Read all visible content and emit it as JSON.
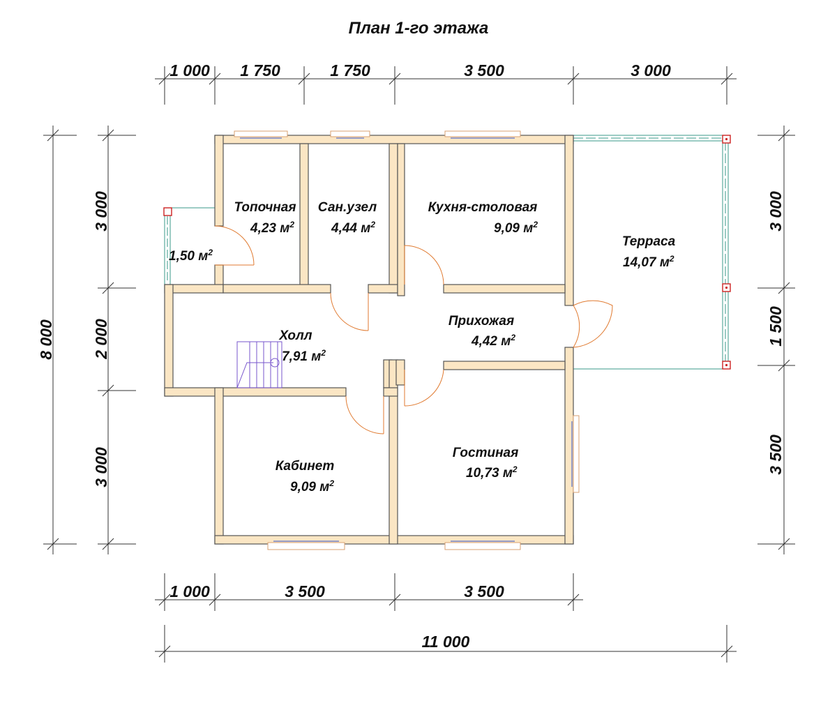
{
  "title": "План 1-го этажа",
  "dimensions": {
    "top": [
      "1 000",
      "1 750",
      "1 750",
      "3 500",
      "3 000"
    ],
    "bottom": [
      "1 000",
      "3 500",
      "3 500"
    ],
    "total_width": "11 000",
    "left_outer": "8 000",
    "left_inner": [
      "3 000",
      "2 000",
      "3 000"
    ],
    "right": [
      "3 000",
      "1 500",
      "3 500"
    ]
  },
  "rooms": {
    "boiler": {
      "name": "Топочная",
      "area": "4,23 м"
    },
    "bath": {
      "name": "Сан.узел",
      "area": "4,44 м"
    },
    "kitchen": {
      "name": "Кухня-столовая",
      "area": "9,09 м"
    },
    "terrace": {
      "name": "Терраса",
      "area": "14,07 м"
    },
    "porch": {
      "area": "1,50 м"
    },
    "hall": {
      "name": "Холл",
      "area": "7,91 м"
    },
    "entry": {
      "name": "Прихожая",
      "area": "4,42 м"
    },
    "study": {
      "name": "Кабинет",
      "area": "9,09 м"
    },
    "living": {
      "name": "Гостиная",
      "area": "10,73 м"
    }
  },
  "area_unit_exponent": "2",
  "colors": {
    "wall": "#fbe6c4",
    "window_frame": "#d9a070",
    "glass": "#3355cc",
    "door": "#e07a30",
    "terrace_rail": "#3a9a8a",
    "post": "#cc2222",
    "stair": "#7755cc"
  }
}
